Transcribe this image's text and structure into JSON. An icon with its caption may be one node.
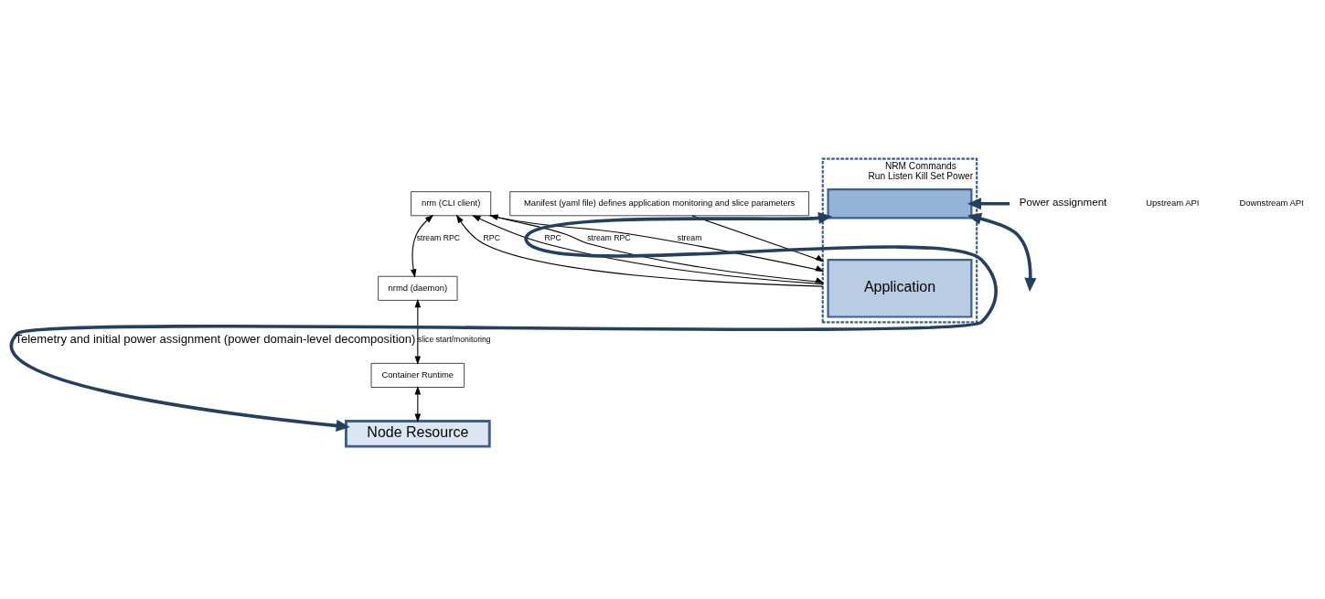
{
  "diagram": {
    "nodes": [
      {
        "text": [
          "NRM Commands",
          "Run Listen Kill Set Power"
        ]
      },
      {
        "text": [
          "Application"
        ],
        "in": 0
      },
      {
        "text": [],
        "shape": "box",
        "in": 0
      },
      {
        "text": [
          "Manifest (yaml file) defines application monitoring and slice parameters"
        ]
      },
      {
        "text": [
          "nrm (CLI client)"
        ]
      },
      {
        "text": [
          "nrmd (daemon)"
        ]
      },
      {
        "text": [
          "Container Runtime"
        ]
      },
      {
        "text": [
          "Node Resource"
        ]
      },
      {
        "text": [
          "Power assignment"
        ]
      }
    ],
    "edges": [
      {
        "from": 3,
        "to": 0,
        "arrow": "to"
      },
      {
        "from": 4,
        "to": 0,
        "arrow": "both",
        "label": "stream RPC"
      },
      {
        "from": 4,
        "to": 0,
        "arrow": "to",
        "label": "stream"
      },
      {
        "from": 0,
        "to": 4,
        "arrow": "to",
        "label": "RPC"
      },
      {
        "from": 0,
        "to": 4,
        "arrow": "to",
        "label": "RPC"
      },
      {
        "from": 4,
        "to": 5,
        "arrow": "both",
        "label": "stream RPC"
      },
      {
        "from": 5,
        "to": 6,
        "arrow": "both",
        "label": "slice start/monitoring"
      },
      {
        "from": 6,
        "to": 7,
        "arrow": "both"
      },
      {
        "from": 2,
        "to": null,
        "arrow": "both",
        "style": "thick",
        "color": "#243f60"
      },
      {
        "from": 8,
        "to": 2,
        "arrow": "to",
        "style": "thick",
        "color": "#243f60"
      },
      {
        "from": 7,
        "to": 2,
        "arrow": "both",
        "label": "Telemetry and initial power assignment (power domain-level decomposition)",
        "style": "thick",
        "color": "#243f60"
      }
    ],
    "labels": [
      "Upstream API",
      "Downstream API"
    ]
  }
}
